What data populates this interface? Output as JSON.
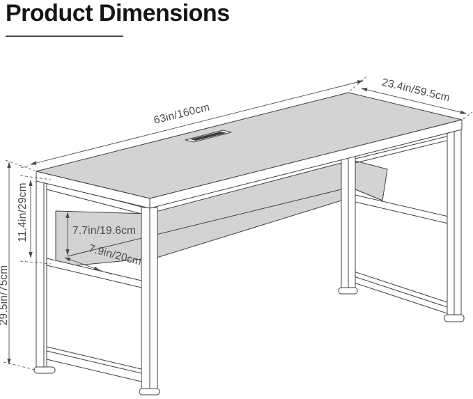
{
  "page": {
    "title": "Product Dimensions"
  },
  "diagram": {
    "product": "desk with under-desktop storage shelf",
    "view": "isometric line drawing with dimension arrows",
    "dimensions": {
      "width": "63in/160cm",
      "depth": "23.4in/59.5cm",
      "height": "29.5in/75cm",
      "desktop_to_shelf": "11.4in/29cm",
      "shelf_clearance": "7.7in/19.6cm",
      "shelf_depth": "7.9in/20cm"
    },
    "colors": {
      "surface": "#d3d3d3",
      "outline": "#3f3f3f",
      "dimension": "#4a4a4a",
      "grommet": "#3c3c3c",
      "background": "#ffffff"
    }
  }
}
